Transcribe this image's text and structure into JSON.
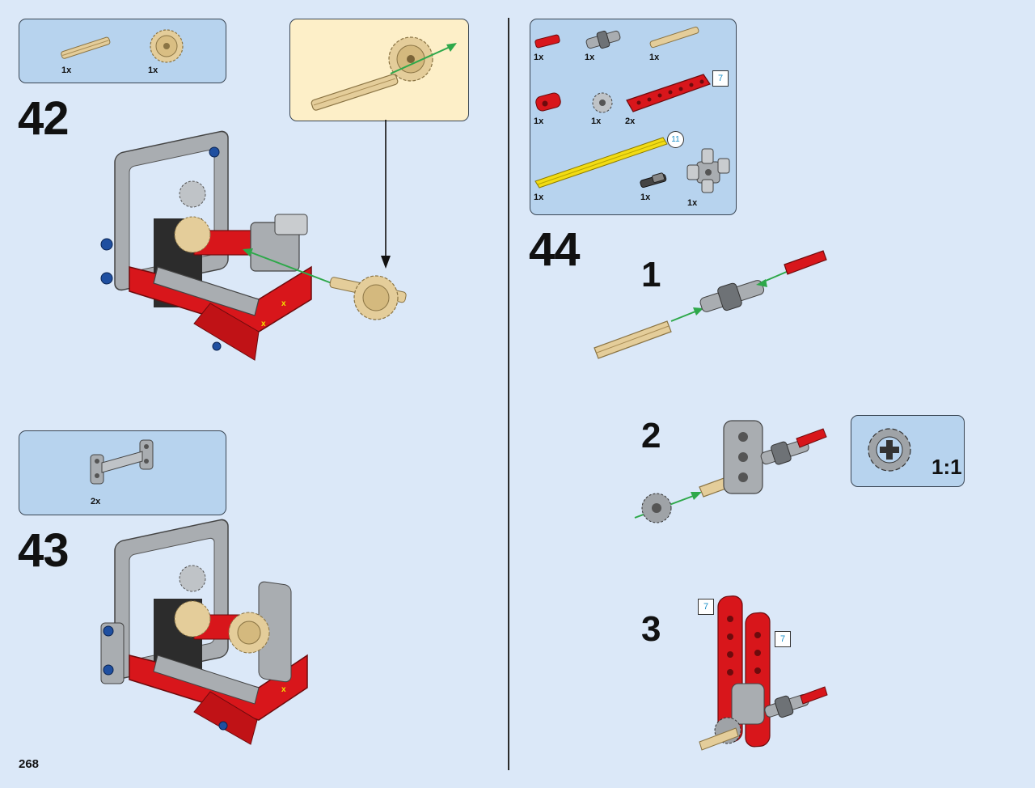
{
  "page": {
    "number": "268"
  },
  "step42": {
    "number": "42",
    "parts": [
      {
        "qty": "1x",
        "name": "tan-axle"
      },
      {
        "qty": "1x",
        "name": "tan-gear-20-tooth"
      }
    ]
  },
  "step43": {
    "number": "43",
    "parts": [
      {
        "qty": "2x",
        "name": "grey-h-frame"
      }
    ]
  },
  "step44": {
    "number": "44",
    "parts": [
      {
        "qty": "1x",
        "name": "red-axle-short"
      },
      {
        "qty": "1x",
        "name": "grey-universal-joint"
      },
      {
        "qty": "1x",
        "name": "tan-axle"
      },
      {
        "qty": "1x",
        "name": "red-beam-2"
      },
      {
        "qty": "1x",
        "name": "grey-gear-12"
      },
      {
        "qty": "2x",
        "name": "red-beam-7",
        "length": "7"
      },
      {
        "qty": "1x",
        "name": "yellow-axle-11",
        "length": "11"
      },
      {
        "qty": "1x",
        "name": "black-axle-pin"
      },
      {
        "qty": "1x",
        "name": "grey-cross-block"
      }
    ],
    "substeps": [
      {
        "number": "1"
      },
      {
        "number": "2",
        "ratio": "1:1"
      },
      {
        "number": "3",
        "badges": [
          "7",
          "7"
        ]
      }
    ]
  },
  "colors": {
    "background": "#dbe8f8",
    "parts_box": "#b7d3ee",
    "callout": "#fdefc8",
    "lego_red": "#d8161b",
    "lego_tan": "#e4cd9a",
    "lego_grey": "#a9adb1",
    "arrow_green": "#2ea84a",
    "badge_text": "#1b8fc7"
  }
}
